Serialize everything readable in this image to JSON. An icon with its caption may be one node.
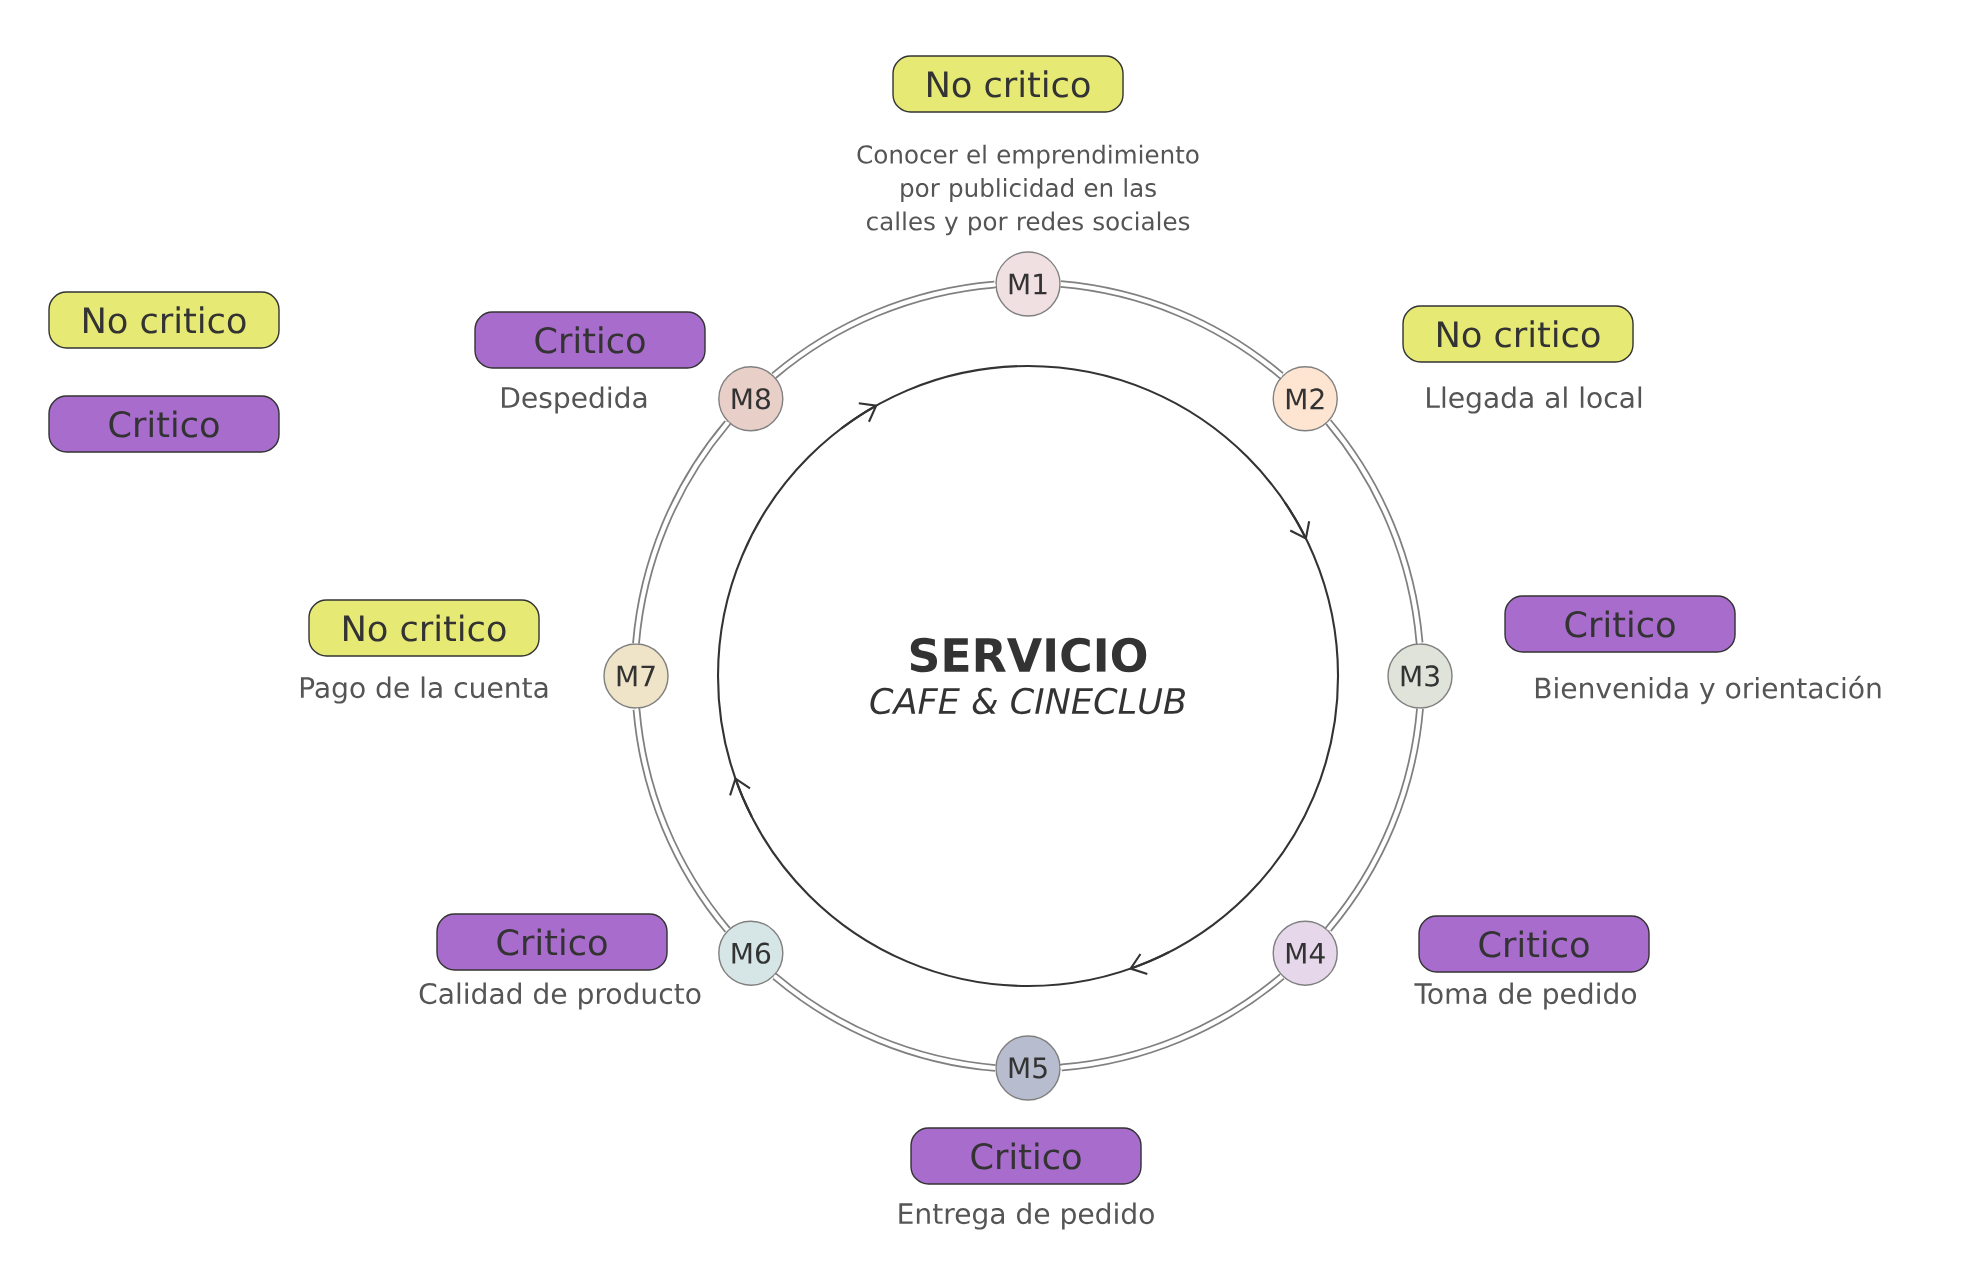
{
  "diagram": {
    "nodes": [
      {
        "text": [
          "SERVICIO",
          "CAFE & CINECLUB"
        ]
      },
      {
        "text": [
          "M1"
        ],
        "beside": [
          "Conocer el emprendimiento por publicidad en las calles y por redes sociales"
        ]
      },
      {
        "text": [
          "M2"
        ]
      },
      {
        "text": [
          "M3"
        ]
      },
      {
        "text": [
          "M4"
        ]
      },
      {
        "text": [
          "M5"
        ]
      },
      {
        "text": [
          "M6"
        ]
      },
      {
        "text": [
          "M7"
        ]
      },
      {
        "text": [
          "M8"
        ]
      },
      {
        "text": [
          "No critico"
        ]
      },
      {
        "text": [
          "No critico"
        ],
        "beside": [
          "Llegada al local"
        ]
      },
      {
        "text": [
          "Critico"
        ],
        "beside": [
          "Bienvenida y orientación"
        ]
      },
      {
        "text": [
          "Critico"
        ],
        "beside": [
          "Toma de pedido"
        ]
      },
      {
        "text": [
          "Critico"
        ],
        "beside": [
          "Entrega de pedido"
        ]
      },
      {
        "text": [
          "Critico"
        ],
        "beside": [
          "Calidad de producto"
        ]
      },
      {
        "text": [
          "No critico"
        ],
        "beside": [
          "Pago de la cuenta"
        ]
      },
      {
        "text": [
          "Critico"
        ],
        "beside": [
          "Despedida"
        ]
      }
    ],
    "edges": [
      {
        "from": 1,
        "to": 2,
        "arrow": "none"
      },
      {
        "from": 2,
        "to": 3,
        "arrow": "none"
      },
      {
        "from": 3,
        "to": 4,
        "arrow": "none"
      },
      {
        "from": 4,
        "to": 5,
        "arrow": "none"
      },
      {
        "from": 5,
        "to": 6,
        "arrow": "none"
      },
      {
        "from": 6,
        "to": 7,
        "arrow": "none"
      },
      {
        "from": 7,
        "to": 8,
        "arrow": "none"
      },
      {
        "from": 8,
        "to": 1,
        "arrow": "none"
      }
    ],
    "legend": [
      {
        "text": "No critico",
        "color": "#e6ea74"
      },
      {
        "text": "Critico",
        "color": "#a86ccc"
      }
    ]
  }
}
